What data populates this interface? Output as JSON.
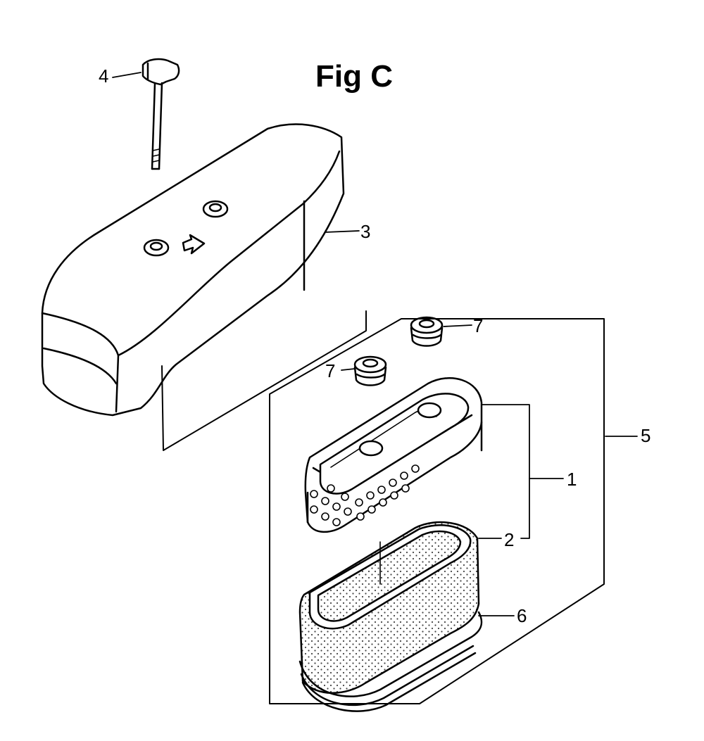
{
  "figure": {
    "title": "Fig C"
  },
  "callouts": [
    {
      "id": "c4",
      "label": "4"
    },
    {
      "id": "c3",
      "label": "3"
    },
    {
      "id": "c7a",
      "label": "7"
    },
    {
      "id": "c7b",
      "label": "7"
    },
    {
      "id": "c5",
      "label": "5"
    },
    {
      "id": "c1",
      "label": "1"
    },
    {
      "id": "c2",
      "label": "2"
    },
    {
      "id": "c6",
      "label": "6"
    }
  ],
  "colors": {
    "ink": "#000000",
    "paper": "#ffffff",
    "dot": "#444444"
  }
}
